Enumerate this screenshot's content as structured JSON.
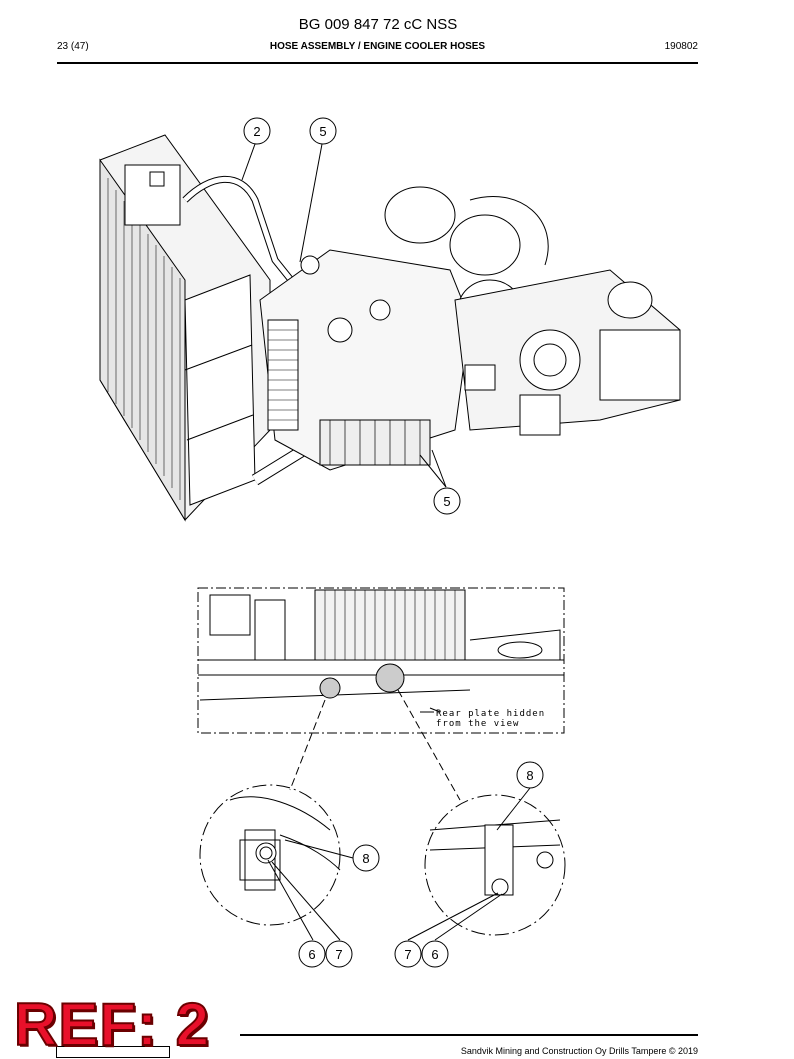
{
  "header": {
    "doc_number": "BG 009 847 72 cC NSS",
    "page": "23 (47)",
    "section_title": "HOSE ASSEMBLY / ENGINE COOLER HOSES",
    "date_code": "190802"
  },
  "figure_top": {
    "callouts": [
      "2",
      "5",
      "5"
    ]
  },
  "figure_bottom": {
    "note_line1": "Rear plate hidden",
    "note_line2": "from the view",
    "callouts_left": [
      "8",
      "6",
      "7"
    ],
    "callouts_right": [
      "8",
      "7",
      "6"
    ]
  },
  "stamp": {
    "text": "REF: 2"
  },
  "footer": {
    "copyright": "Sandvik Mining and Construction Oy Drills Tampere © 2019"
  },
  "icons": {
    "brand_logo": "sandvik-logo"
  }
}
